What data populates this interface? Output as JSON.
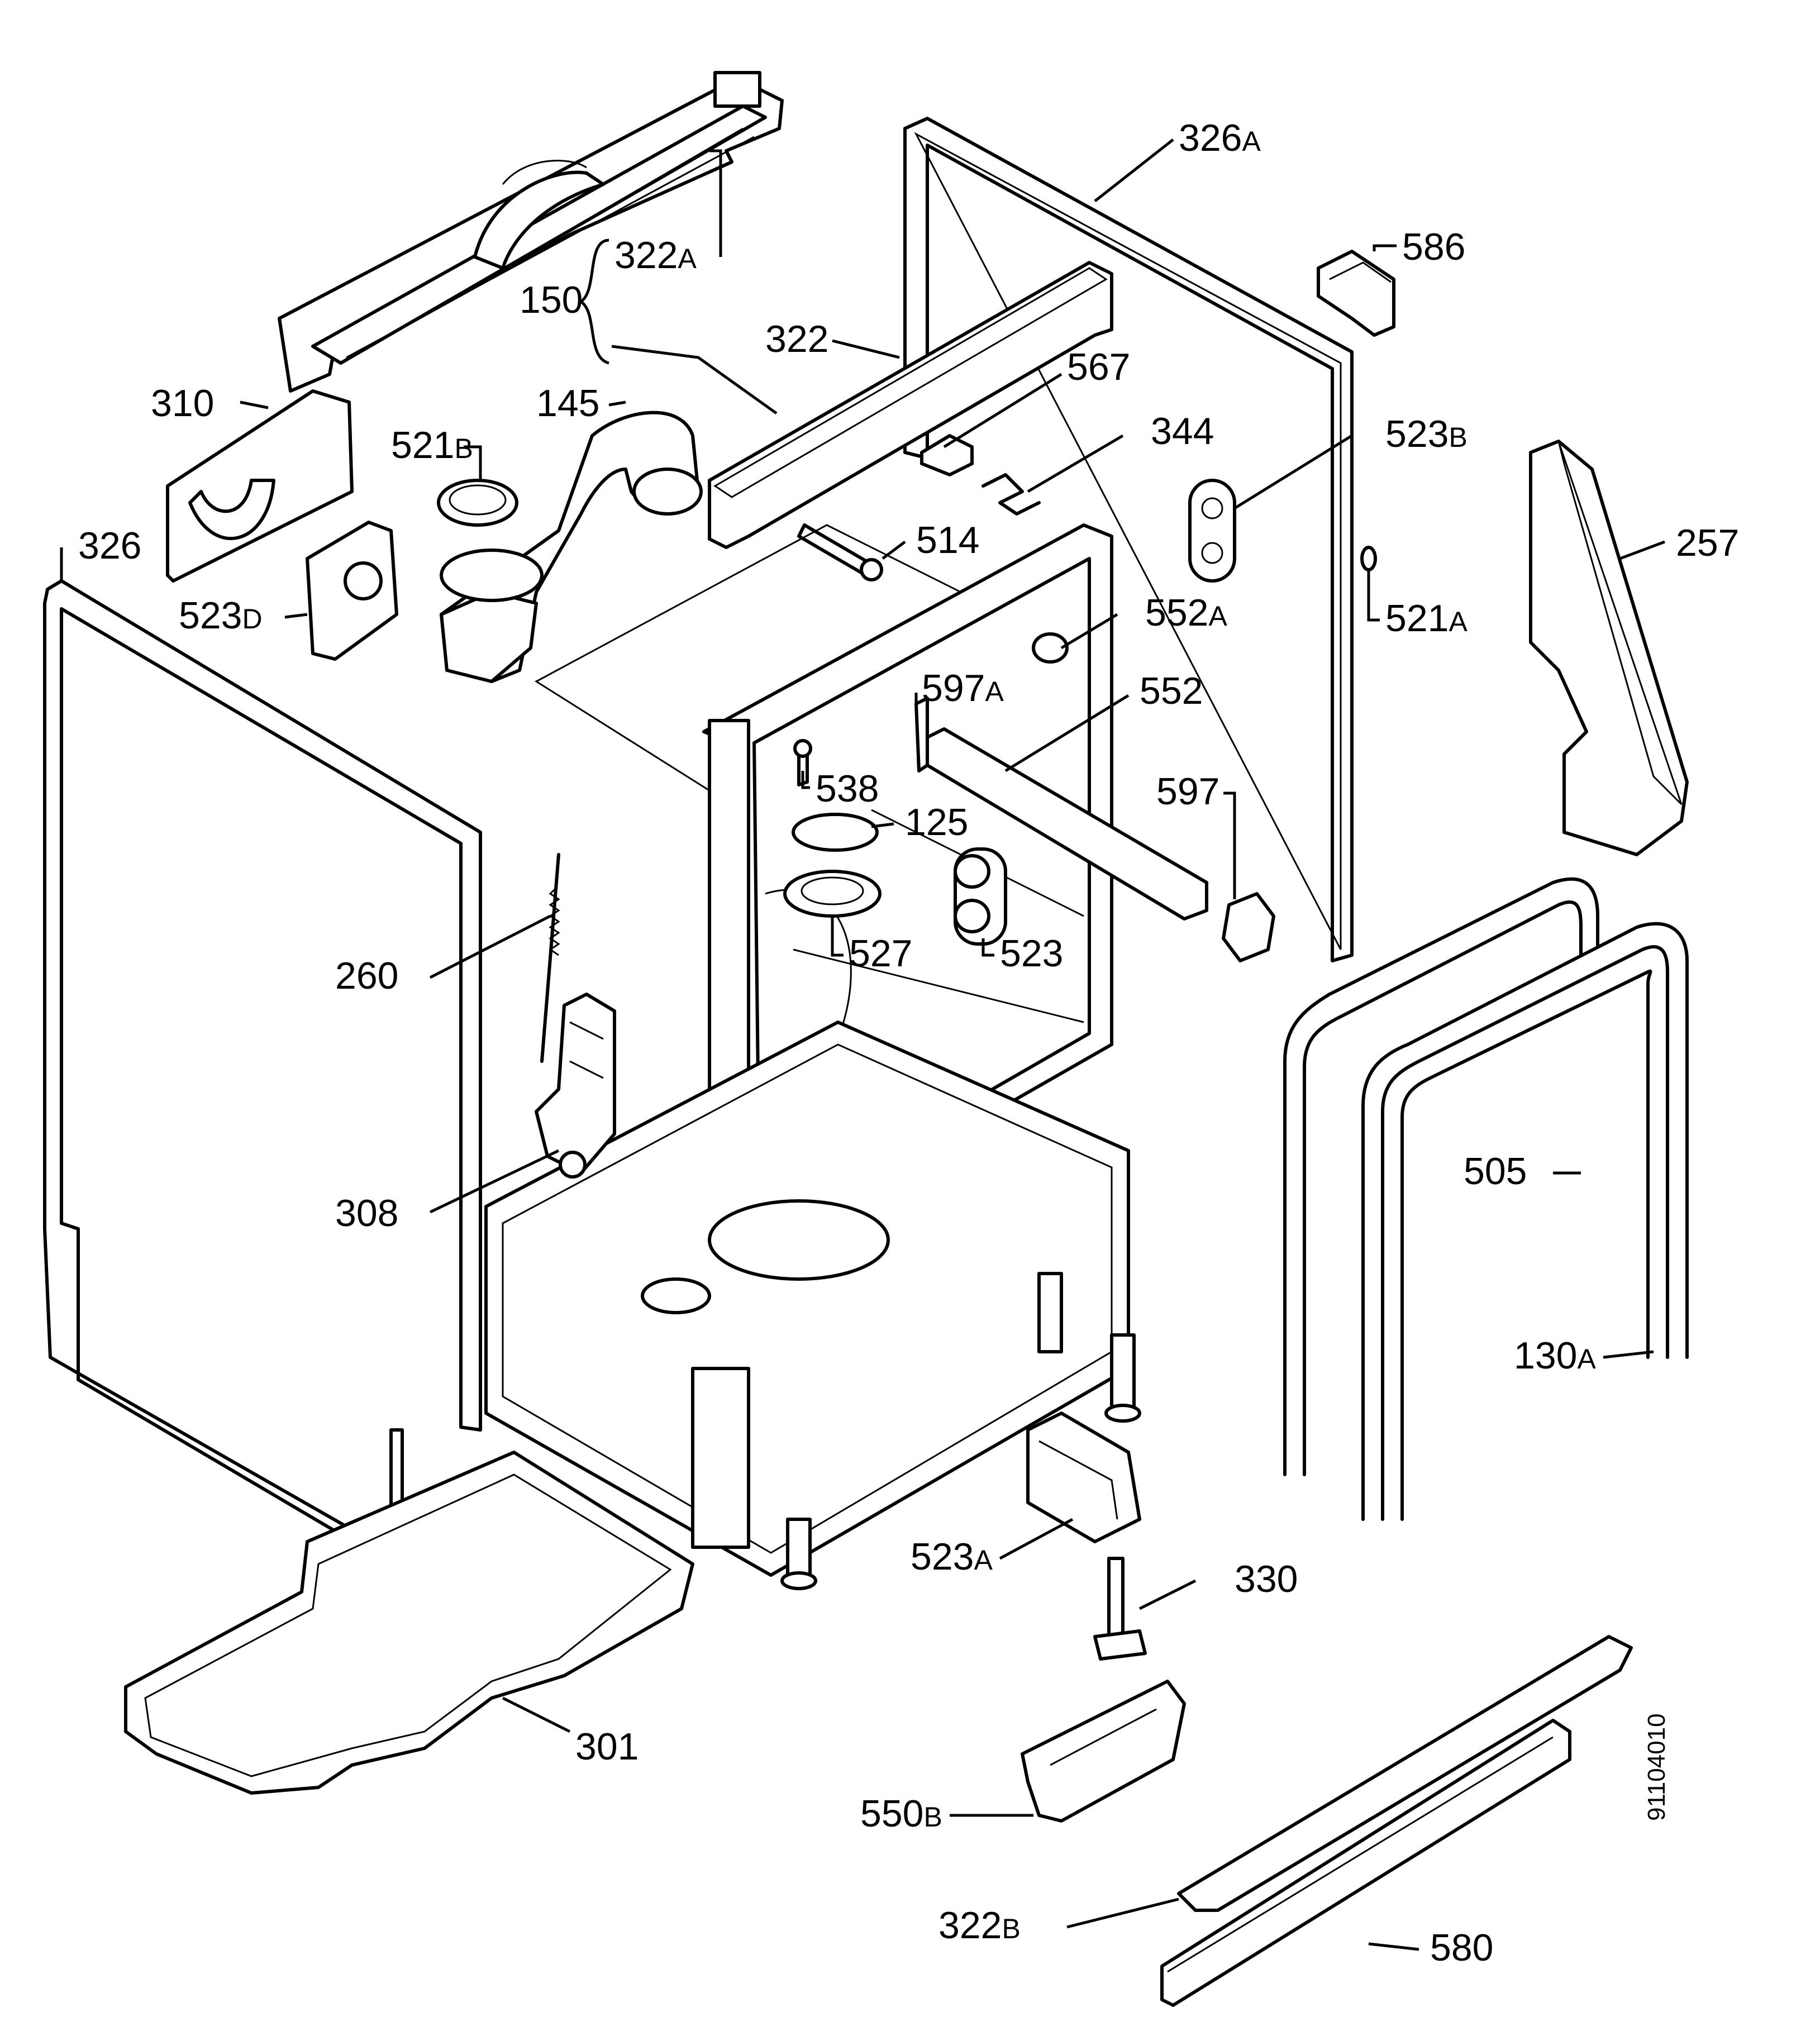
{
  "diagram": {
    "code": "91104010",
    "labels": {
      "p326A": {
        "num": "326",
        "suf": "A"
      },
      "p586": {
        "num": "586"
      },
      "p322A": {
        "num": "322",
        "suf": "A"
      },
      "p150": {
        "num": "150"
      },
      "p322": {
        "num": "322"
      },
      "p567": {
        "num": "567"
      },
      "p310": {
        "num": "310"
      },
      "p145": {
        "num": "145"
      },
      "p521B": {
        "num": "521",
        "suf": "B"
      },
      "p344": {
        "num": "344"
      },
      "p523B": {
        "num": "523",
        "suf": "B"
      },
      "p257": {
        "num": "257"
      },
      "p326": {
        "num": "326"
      },
      "p514": {
        "num": "514"
      },
      "p521A": {
        "num": "521",
        "suf": "A"
      },
      "p523D": {
        "num": "523",
        "suf": "D"
      },
      "p552A": {
        "num": "552",
        "suf": "A"
      },
      "p597A": {
        "num": "597",
        "suf": "A"
      },
      "p552": {
        "num": "552"
      },
      "p538": {
        "num": "538"
      },
      "p597": {
        "num": "597"
      },
      "p125": {
        "num": "125"
      },
      "p527": {
        "num": "527"
      },
      "p523": {
        "num": "523"
      },
      "p260": {
        "num": "260"
      },
      "p505": {
        "num": "505"
      },
      "p308": {
        "num": "308"
      },
      "p130A": {
        "num": "130",
        "suf": "A"
      },
      "p523A": {
        "num": "523",
        "suf": "A"
      },
      "p330": {
        "num": "330"
      },
      "p301": {
        "num": "301"
      },
      "p550B": {
        "num": "550",
        "suf": "B"
      },
      "p322B": {
        "num": "322",
        "suf": "B"
      },
      "p580": {
        "num": "580"
      }
    }
  }
}
